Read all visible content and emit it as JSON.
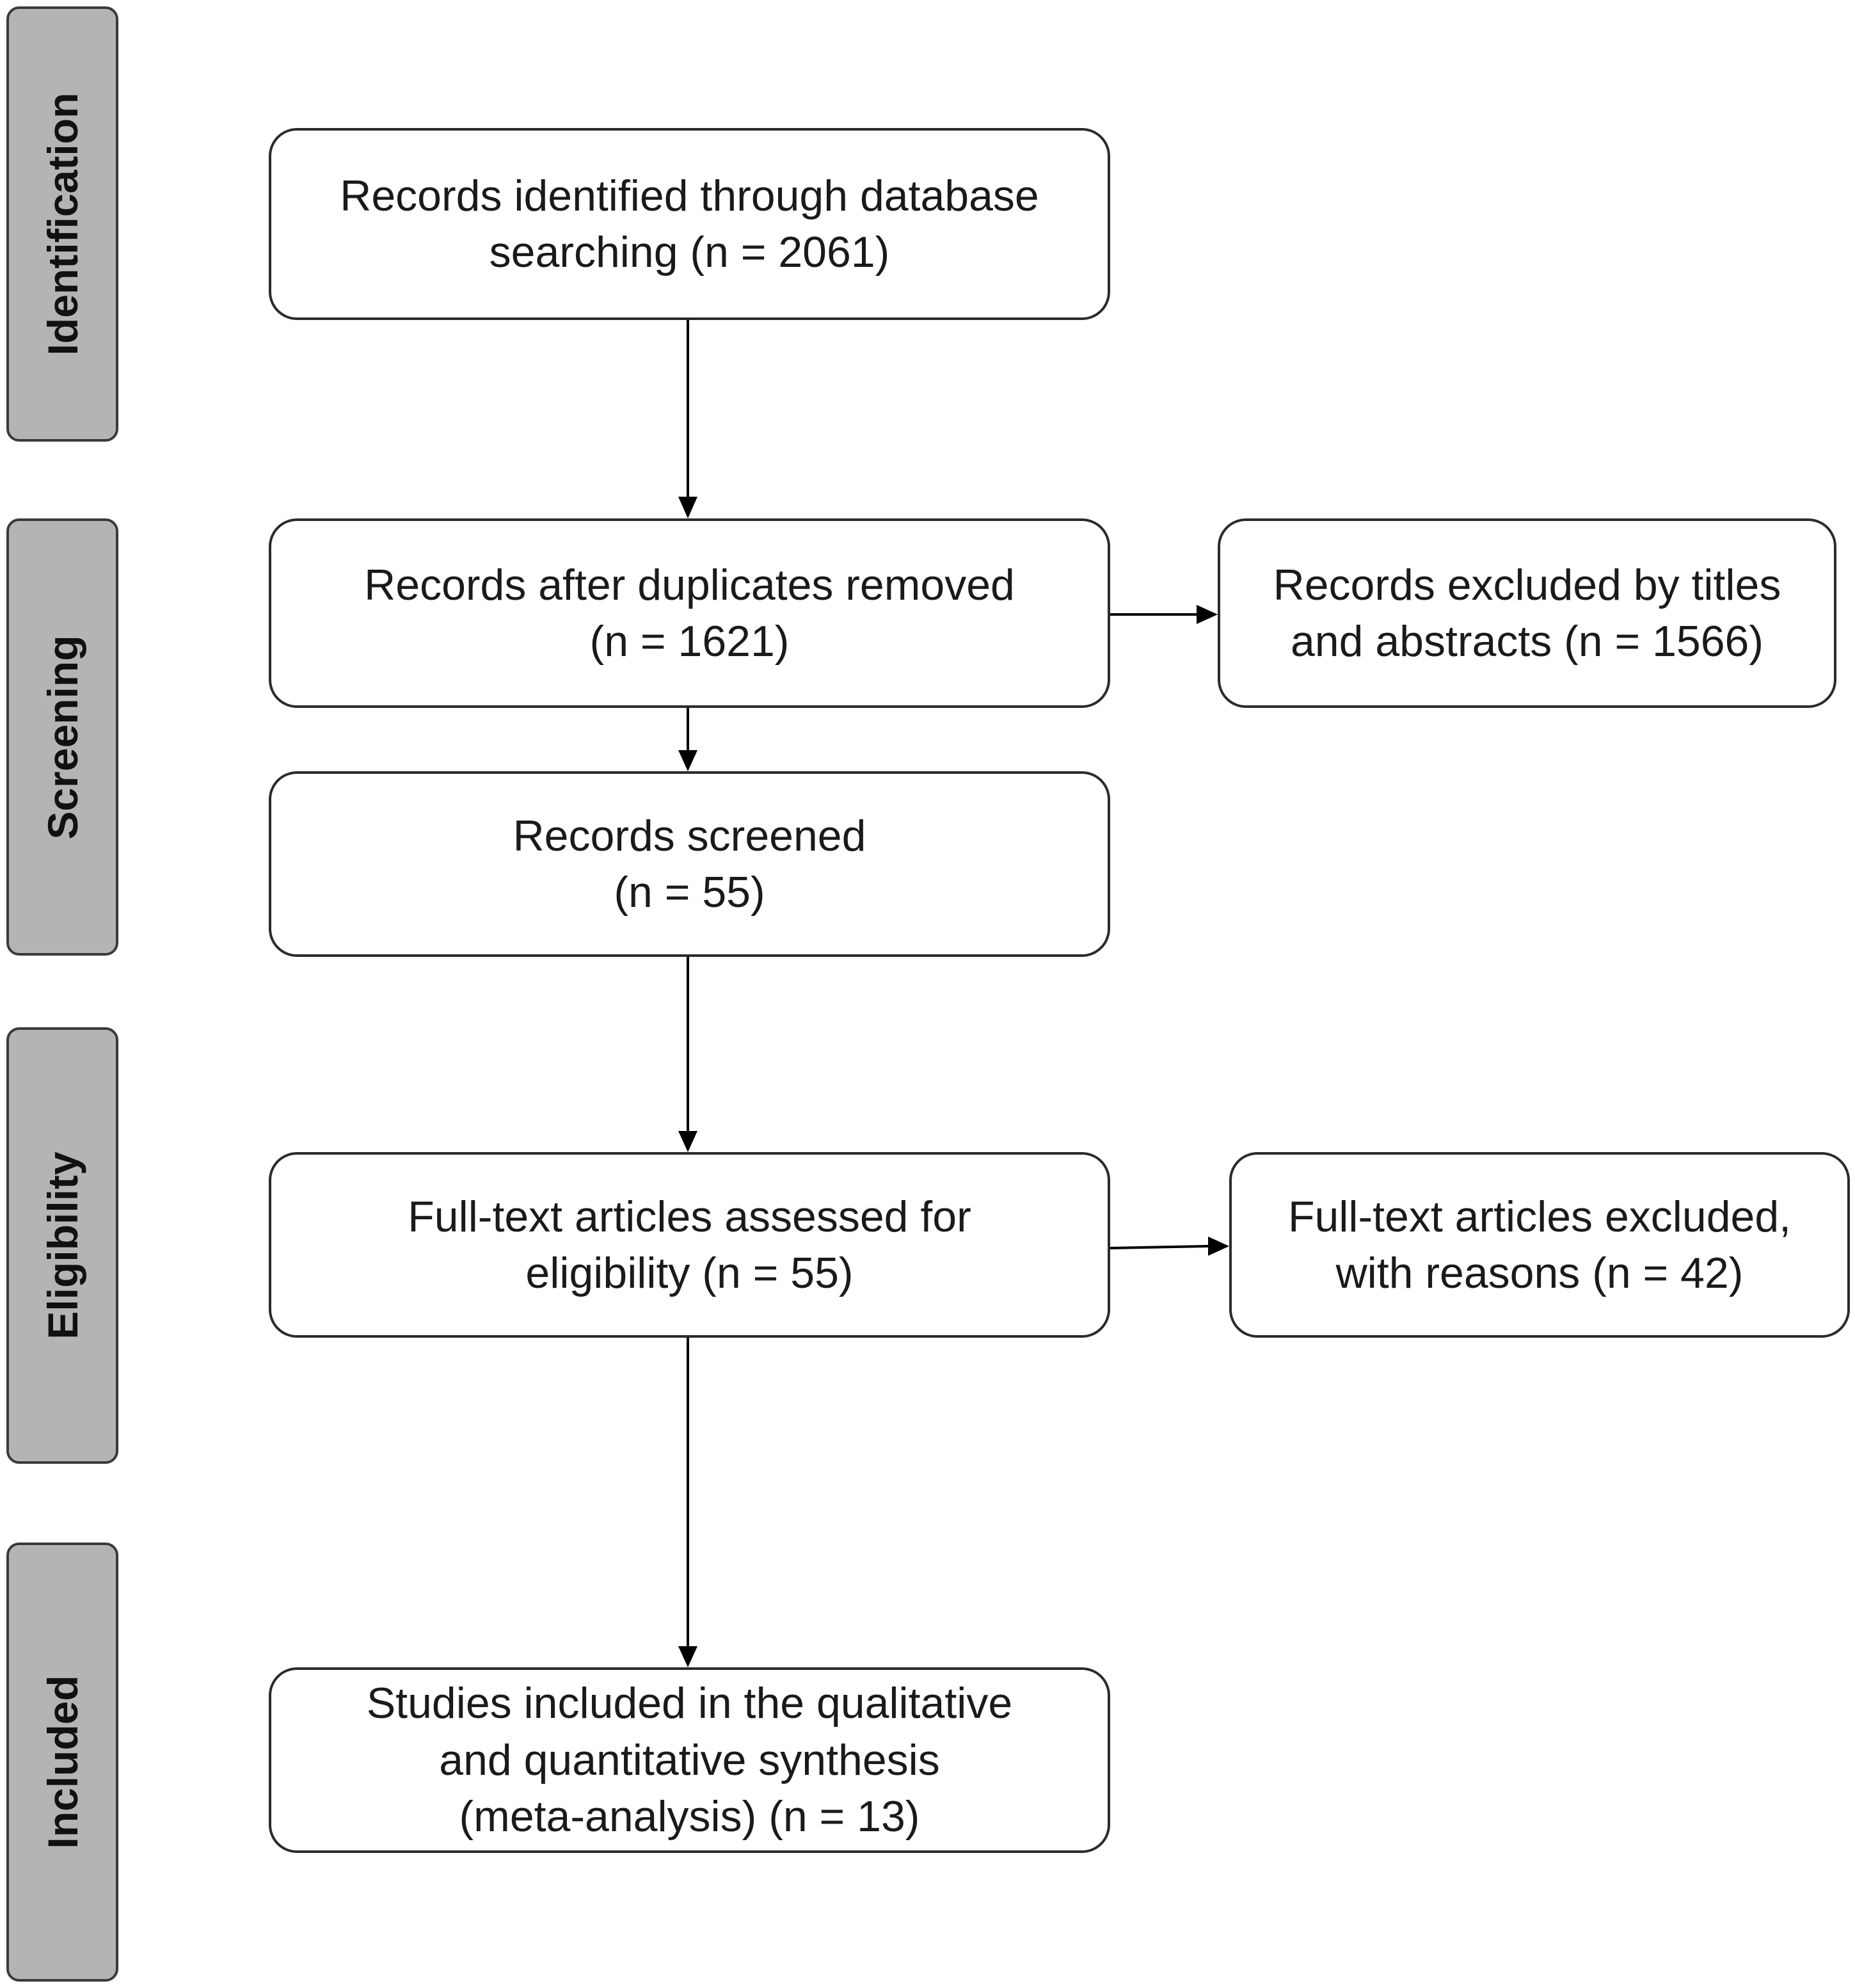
{
  "phases": {
    "identification": "Identification",
    "screening": "Screening",
    "eligibility": "Eligibility",
    "included": "Included"
  },
  "boxes": {
    "records_identified": [
      "Records identified through  database",
      "searching (n = 2061)"
    ],
    "after_duplicates": [
      "Records after duplicates removed",
      "(n = 1621)"
    ],
    "excluded_titles": [
      "Records excluded by titles",
      "and abstracts (n = 1566)"
    ],
    "screened": [
      "Records screened",
      "(n = 55)"
    ],
    "fulltext_assessed": [
      "Full-text  articles assessed for",
      "eligibility (n = 55)"
    ],
    "fulltext_excluded": [
      "Full-text  articles excluded,",
      "with reasons (n = 42)"
    ],
    "included_studies": [
      "Studies included in the qualitative",
      "and quantitative  synthesis",
      "(meta-analysis)  (n = 13)"
    ]
  },
  "colors": {
    "phase_fill": "#b4b4b4",
    "border": "#2b2b2b",
    "arrow": "#000000"
  }
}
